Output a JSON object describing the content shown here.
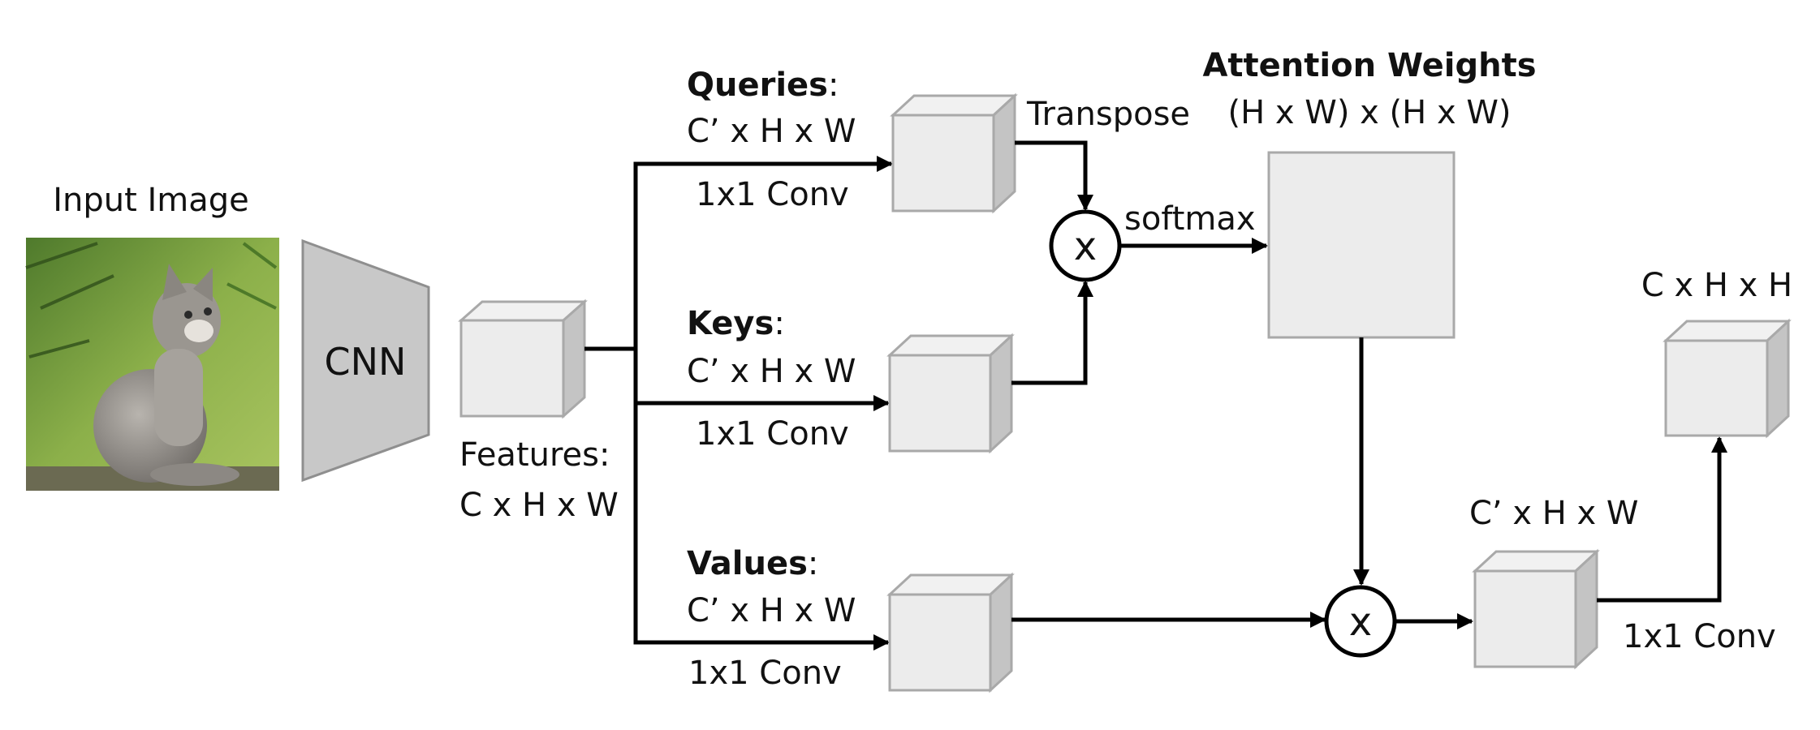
{
  "input_image": {
    "label": "Input Image"
  },
  "cnn": {
    "label": "CNN"
  },
  "features": {
    "line1": "Features:",
    "line2": "C x H x W"
  },
  "queries": {
    "name": "Queries",
    "colon": ":",
    "shape": "C’ x H x W",
    "conv": "1x1 Conv",
    "transpose": "Transpose"
  },
  "keys": {
    "name": "Keys",
    "colon": ":",
    "shape": "C’ x H x W",
    "conv": "1x1 Conv"
  },
  "values": {
    "name": "Values",
    "colon": ":",
    "shape": "C’ x H x W",
    "conv": "1x1 Conv"
  },
  "attention": {
    "title": "Attention Weights",
    "shape": "(H x W) x (H x W)",
    "softmax": "softmax"
  },
  "multiply_symbol": "x",
  "product": {
    "shape": "C’ x H x W"
  },
  "output": {
    "shape": "C x H x H",
    "conv": "1x1 Conv"
  },
  "colors": {
    "box_front": "#ececec",
    "box_side": "#c4c4c4",
    "box_border": "#a9a9a9",
    "cnn_fill": "#c8c8c8",
    "arrow": "#000000"
  },
  "icons": {
    "multiply": "circle-x-icon",
    "tensor": "cube-icon",
    "image": "kitten-photo"
  }
}
